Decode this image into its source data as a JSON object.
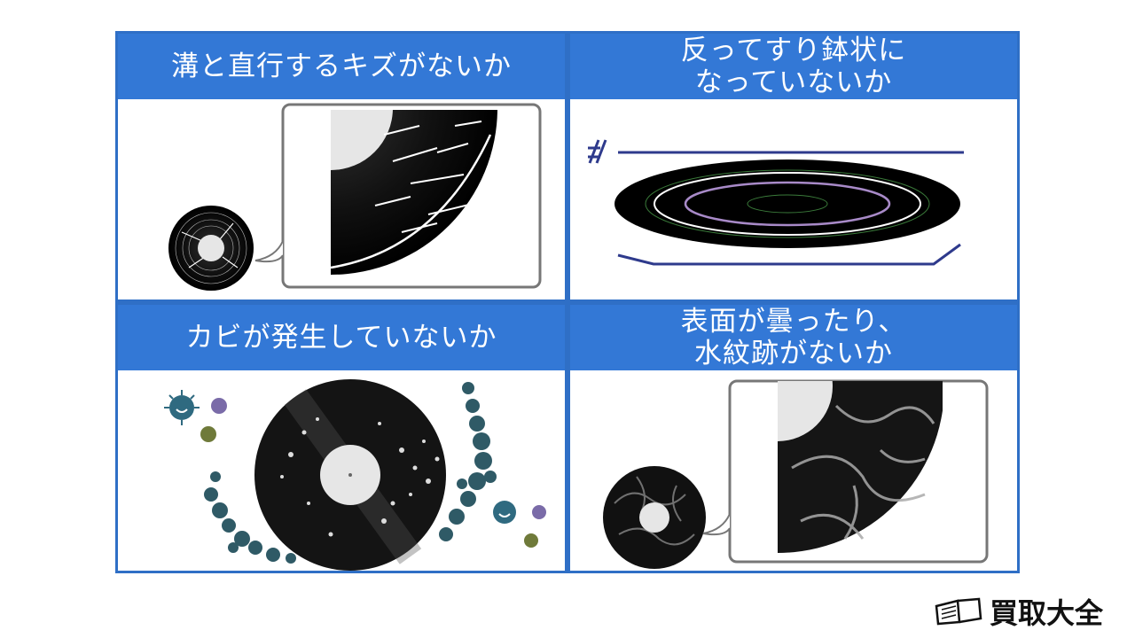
{
  "cells": [
    {
      "title": "溝と直行するキズがないか",
      "illustration": "scratched-record"
    },
    {
      "title": "反ってすり鉢状に\nなっていないか",
      "illustration": "warped-record"
    },
    {
      "title": "カビが発生していないか",
      "illustration": "moldy-record"
    },
    {
      "title": "表面が曇ったり、\n水紋跡がないか",
      "illustration": "water-stained-record"
    }
  ],
  "logo": {
    "text": "買取大全",
    "icon": "open-book-icon"
  },
  "colors": {
    "header_bg": "#3378d6",
    "border": "#2f6fc6",
    "warp_line": "#2e3a8c",
    "mold": "#2f5a66"
  }
}
